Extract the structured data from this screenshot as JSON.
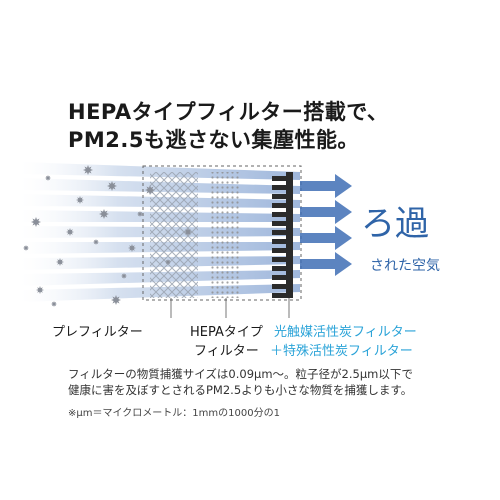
{
  "headline": {
    "line1": "HEPAタイプフィルター搭載で、",
    "line2": "PM2.5も逃さない集塵性能。"
  },
  "diagram": {
    "output_big": "ろ過",
    "output_small": "された空気",
    "labels": {
      "prefilter": "プレフィルター",
      "hepa_line1": "HEPAタイプ",
      "hepa_line2": "フィルター",
      "photo_line1": "光触媒活性炭フィルター",
      "photo_line2": "＋特殊活性炭フィルター"
    },
    "colors": {
      "arrow_blue": "#3f6fb5",
      "label_blue": "#2aa3d8",
      "particle": "#8a8f99",
      "filter_dark": "#2b2b2b"
    }
  },
  "notes": {
    "line1": "フィルターの物質捕獲サイズは0.09μm〜。粒子径が2.5μm以下で",
    "line2": "健康に害を及ぼすとされるPM2.5よりも小さな物質を捕獲します。",
    "footnote": "※μm＝マイクロメートル：1mmの1000分の1"
  }
}
